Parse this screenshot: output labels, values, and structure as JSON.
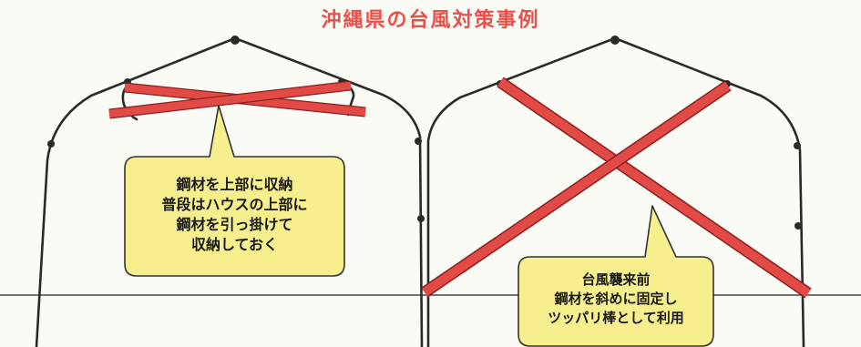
{
  "title": "沖縄県の台風対策事例",
  "callout_left": {
    "lines": [
      "鋼材を上部に収納",
      "普段はハウスの上部に",
      "鋼材を引っ掛けて",
      "収納しておく"
    ]
  },
  "callout_right": {
    "lines": [
      "台風襲来前",
      "鋼材を斜めに固定し",
      "ツッパリ棒として利用"
    ]
  },
  "colors": {
    "frame": "#2a2a2a",
    "brace": "#e24a46",
    "brace_outline": "#8a2020",
    "callout_fill": "#f7ef8e",
    "callout_stroke": "#333333",
    "title": "#e8504a"
  }
}
